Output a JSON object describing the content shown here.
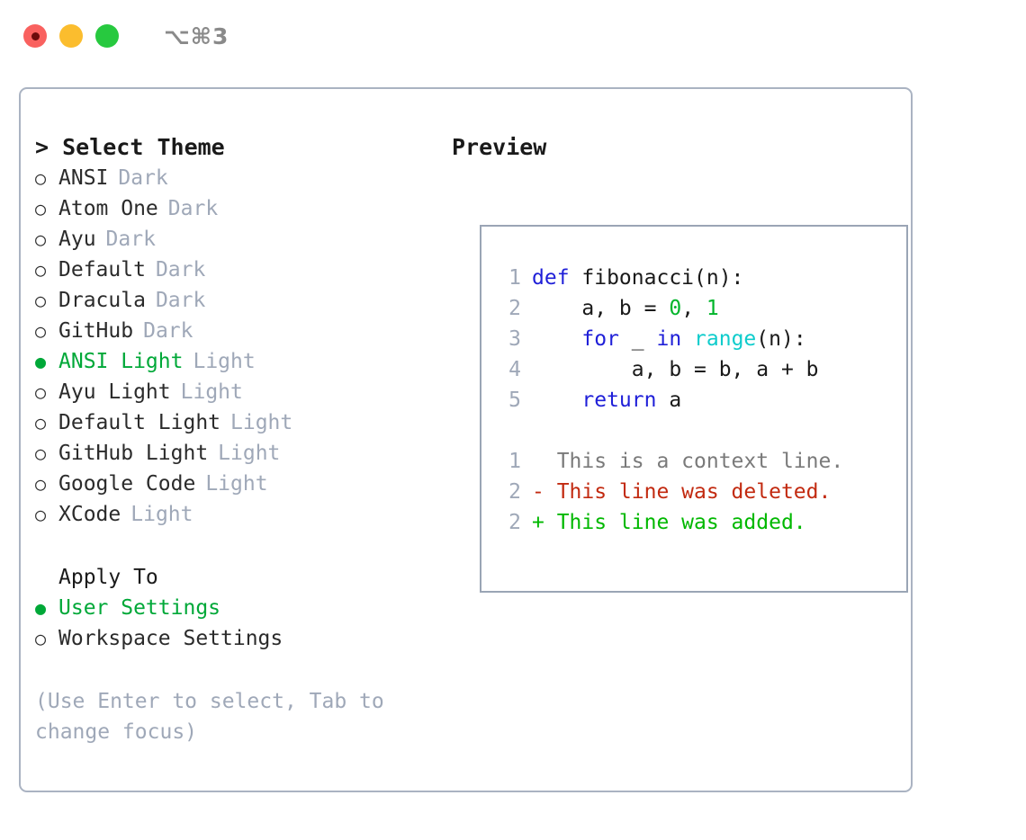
{
  "titlebar": {
    "dots": [
      {
        "name": "close-button",
        "color": "#f9615f",
        "recording": true
      },
      {
        "name": "minimize-button",
        "color": "#fbbd2e",
        "recording": false
      },
      {
        "name": "maximize-button",
        "color": "#27c93f",
        "recording": false
      }
    ],
    "shortcut": "⌥⌘3"
  },
  "left": {
    "heading": "> Select Theme",
    "themes": [
      {
        "bullet": "○",
        "name": "ANSI",
        "kind": "Dark",
        "selected": false
      },
      {
        "bullet": "○",
        "name": "Atom One",
        "kind": "Dark",
        "selected": false
      },
      {
        "bullet": "○",
        "name": "Ayu",
        "kind": "Dark",
        "selected": false
      },
      {
        "bullet": "○",
        "name": "Default",
        "kind": "Dark",
        "selected": false
      },
      {
        "bullet": "○",
        "name": "Dracula",
        "kind": "Dark",
        "selected": false
      },
      {
        "bullet": "○",
        "name": "GitHub",
        "kind": "Dark",
        "selected": false
      },
      {
        "bullet": "●",
        "name": "ANSI Light",
        "kind": "Light",
        "selected": true
      },
      {
        "bullet": "○",
        "name": "Ayu Light",
        "kind": "Light",
        "selected": false
      },
      {
        "bullet": "○",
        "name": "Default Light",
        "kind": "Light",
        "selected": false
      },
      {
        "bullet": "○",
        "name": "GitHub Light",
        "kind": "Light",
        "selected": false
      },
      {
        "bullet": "○",
        "name": "Google Code",
        "kind": "Light",
        "selected": false
      },
      {
        "bullet": "○",
        "name": "XCode",
        "kind": "Light",
        "selected": false
      }
    ],
    "apply_to_heading": "Apply To",
    "apply_to": [
      {
        "bullet": "●",
        "name": "User Settings",
        "selected": true
      },
      {
        "bullet": "○",
        "name": "Workspace Settings",
        "selected": false
      }
    ],
    "hint": "(Use Enter to select, Tab to change focus)"
  },
  "right": {
    "heading": "Preview",
    "code_lines": [
      {
        "lno": "1",
        "tokens": [
          {
            "t": "def",
            "c": "kw"
          },
          {
            "t": " fibonacci(n):",
            "c": "plain"
          }
        ]
      },
      {
        "lno": "2",
        "tokens": [
          {
            "t": "    a, b = ",
            "c": "plain"
          },
          {
            "t": "0",
            "c": "num"
          },
          {
            "t": ", ",
            "c": "plain"
          },
          {
            "t": "1",
            "c": "num"
          }
        ]
      },
      {
        "lno": "3",
        "tokens": [
          {
            "t": "    ",
            "c": "plain"
          },
          {
            "t": "for",
            "c": "kw"
          },
          {
            "t": " _ ",
            "c": "plain"
          },
          {
            "t": "in",
            "c": "kw"
          },
          {
            "t": " ",
            "c": "plain"
          },
          {
            "t": "range",
            "c": "fn"
          },
          {
            "t": "(n):",
            "c": "plain"
          }
        ]
      },
      {
        "lno": "4",
        "tokens": [
          {
            "t": "        a, b = b, a + b",
            "c": "plain"
          }
        ]
      },
      {
        "lno": "5",
        "tokens": [
          {
            "t": "    ",
            "c": "plain"
          },
          {
            "t": "return",
            "c": "kw"
          },
          {
            "t": " a",
            "c": "plain"
          }
        ]
      }
    ],
    "diff_lines": [
      {
        "lno": "1",
        "text": "  This is a context line.",
        "c": "diff-ctx"
      },
      {
        "lno": "2",
        "text": "- This line was deleted.",
        "c": "diff-del"
      },
      {
        "lno": "2",
        "text": "+ This line was added.",
        "c": "diff-add"
      }
    ]
  },
  "colors": {
    "accent_green": "#00a838",
    "muted": "#9fa8b8",
    "border": "#aab3c2",
    "keyword": "#1f1fd8",
    "function": "#0fcccc",
    "number": "#00b52a",
    "diff_deleted": "#c22a10",
    "diff_added": "#00b800"
  }
}
